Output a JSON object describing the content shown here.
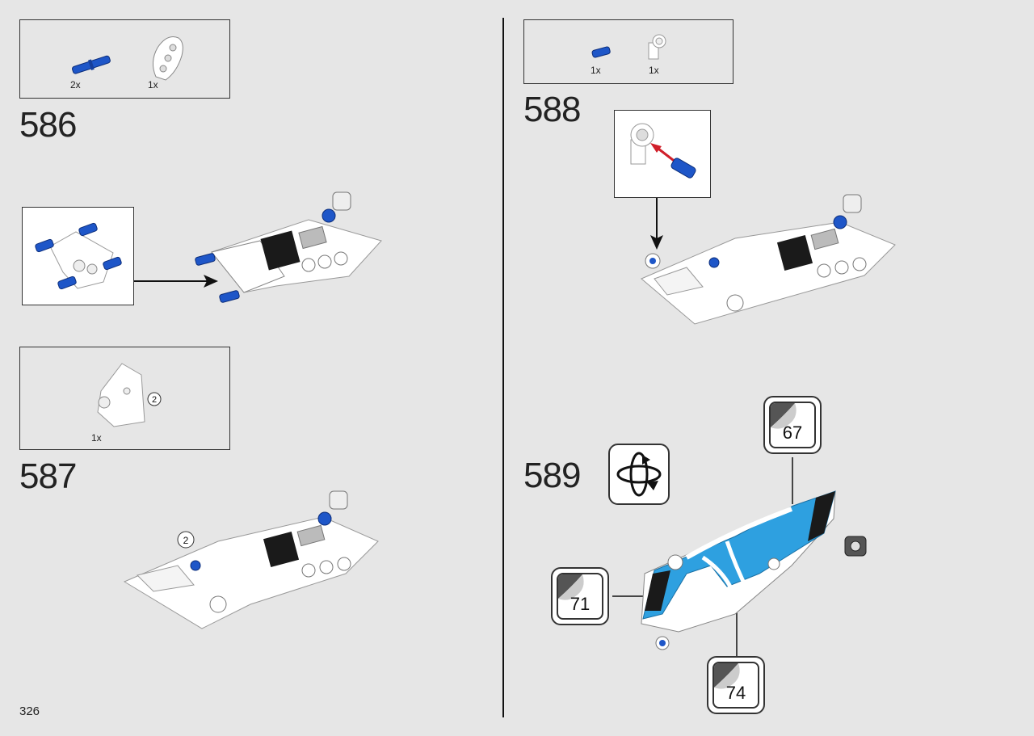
{
  "page_number": "326",
  "steps": [
    {
      "number": "586",
      "parts": [
        {
          "qty": "2x",
          "icon": "blue-axle-pin-icon"
        },
        {
          "qty": "1x",
          "icon": "white-liftarm-icon"
        }
      ]
    },
    {
      "number": "587",
      "parts": [
        {
          "qty": "1x",
          "icon": "white-panel-icon"
        }
      ],
      "badge": "2",
      "model_badge": "2"
    },
    {
      "number": "588",
      "parts": [
        {
          "qty": "1x",
          "icon": "blue-pin-icon"
        },
        {
          "qty": "1x",
          "icon": "white-connector-icon"
        }
      ]
    },
    {
      "number": "589",
      "stickers": [
        "67",
        "71",
        "74"
      ],
      "rotate_icon": "rotate-model-icon"
    }
  ],
  "colors": {
    "background": "#e6e6e6",
    "blue": "#1e56c8",
    "sky_blue": "#2ea0e0",
    "white": "#ffffff",
    "black": "#1a1a1a",
    "arrow_red": "#d01f2a"
  }
}
